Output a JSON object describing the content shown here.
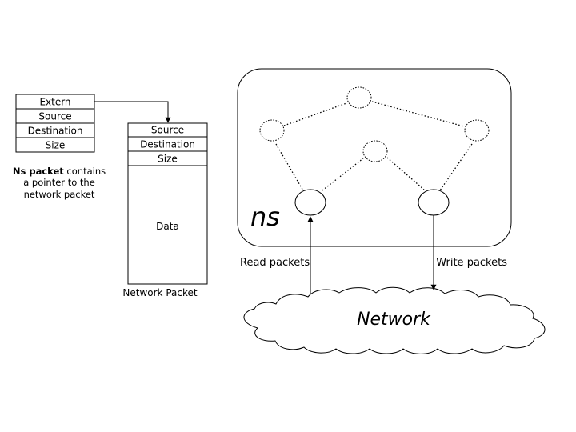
{
  "ns_packet": {
    "fields": [
      "Extern",
      "Source",
      "Destination",
      "Size"
    ],
    "caption_bold": "Ns packet",
    "caption_line1_rest": " contains",
    "caption_line2": "a pointer to the",
    "caption_line3": "network packet"
  },
  "network_packet": {
    "fields": [
      "Source",
      "Destination",
      "Size"
    ],
    "data_label": "Data",
    "caption": "Network Packet"
  },
  "simulator": {
    "label": "ns"
  },
  "labels": {
    "read": "Read packets",
    "write": "Write packets",
    "network": "Network"
  }
}
